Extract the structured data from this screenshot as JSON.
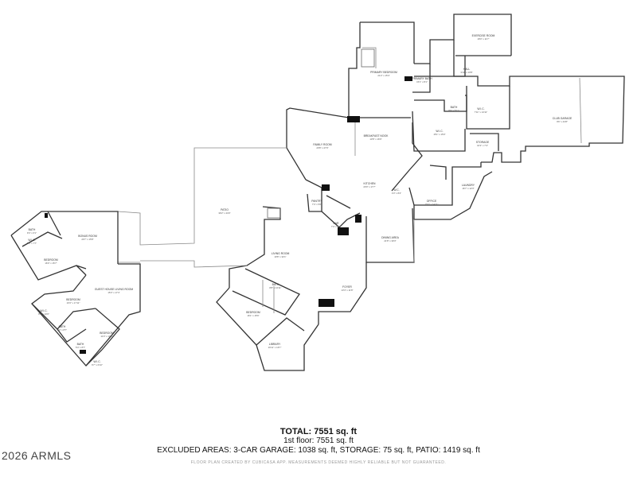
{
  "summary": {
    "total": "TOTAL: 7551 sq. ft",
    "floor": "1st floor: 7551 sq. ft",
    "excluded": "EXCLUDED AREAS: 3-CAR GARAGE: 1038 sq. ft, STORAGE: 75 sq. ft, PATIO: 1419 sq. ft"
  },
  "footer_note": "FLOOR PLAN CREATED BY CUBICASA APP. MEASUREMENTS DEEMED HIGHLY RELIABLE BUT NOT GUARANTEED.",
  "watermark": "2026 ARMLS",
  "rooms": [
    {
      "label": "PRIMARY BEDROOM",
      "dim": "21'2\" x 15'4\""
    },
    {
      "label": "PRIMARY BATH",
      "dim": "15'1\" x 8'1\""
    },
    {
      "label": "EXERCISE ROOM",
      "dim": "18'0\" x 11'7\""
    },
    {
      "label": "HALL",
      "dim": "3'10\" x 13'8\""
    },
    {
      "label": "W.I.C.",
      "dim": "7'11\" x 14'11\""
    },
    {
      "label": "BATH",
      "dim": "8'9\" x 5'11\""
    },
    {
      "label": "W.I.C.",
      "dim": "15'1\" x 15'0\""
    },
    {
      "label": "STORAGE",
      "dim": "10'2\" x 7'4\""
    },
    {
      "label": "CLUB GARAGE",
      "dim": "9'6\" x 44'8\""
    },
    {
      "label": "FAMILY ROOM",
      "dim": "20'8\" x 27'0\""
    },
    {
      "label": "BREAKFAST NOOK",
      "dim": "13'8\" x 16'9\""
    },
    {
      "label": "KITCHEN",
      "dim": "20'0\" x 17'7\""
    },
    {
      "label": "W.C.",
      "dim": "4'3\" x 8'4\""
    },
    {
      "label": "LAUNDRY",
      "dim": "16'7\" x 12'3\""
    },
    {
      "label": "OFFICE",
      "dim": "15'2\" x 14'11\""
    },
    {
      "label": "PANTRY",
      "dim": "7'4\" x 5'0\""
    },
    {
      "label": "BAR",
      "dim": "7'4\" x 8'4\""
    },
    {
      "label": "DINING AREA",
      "dim": "21'8\" x 30'3\""
    },
    {
      "label": "PATIO",
      "dim": "39'2\" x 44'0\""
    },
    {
      "label": "LIVING ROOM",
      "dim": "19'8\" x 32'1\""
    },
    {
      "label": "FOYER",
      "dim": "13'4\" x 11'8\""
    },
    {
      "label": "BATH",
      "dim": "8'8\" x 10'11\""
    },
    {
      "label": "BEDROOM",
      "dim": "16'1\" x 15'6\""
    },
    {
      "label": "LIBRARY",
      "dim": "16'11\" x 16'7\""
    },
    {
      "label": "BONUS ROOM",
      "dim": "20'7\" x 15'8\""
    },
    {
      "label": "BATH",
      "dim": "9'4\" x 6'1\""
    },
    {
      "label": "W.I.C.",
      "dim": "5'8\" x 7'7\""
    },
    {
      "label": "BEDROOM",
      "dim": "16'0\" x 15'7\""
    },
    {
      "label": "GUEST HOUSE LIVING ROOM",
      "dim": "15'3\" x 17'4\""
    },
    {
      "label": "BEDROOM",
      "dim": "16'3\" x 17'11\""
    },
    {
      "label": "W.I.C.",
      "dim": "8'4\" x 10'0\""
    },
    {
      "label": "BATH",
      "dim": "5'4\" x 8'7\""
    },
    {
      "label": "BEDROOM",
      "dim": "11'0\" x 13'8\""
    },
    {
      "label": "BATH",
      "dim": "5'4\" x 8'7\""
    },
    {
      "label": "W.I.C.",
      "dim": "6'7\" x 6'10\""
    }
  ]
}
